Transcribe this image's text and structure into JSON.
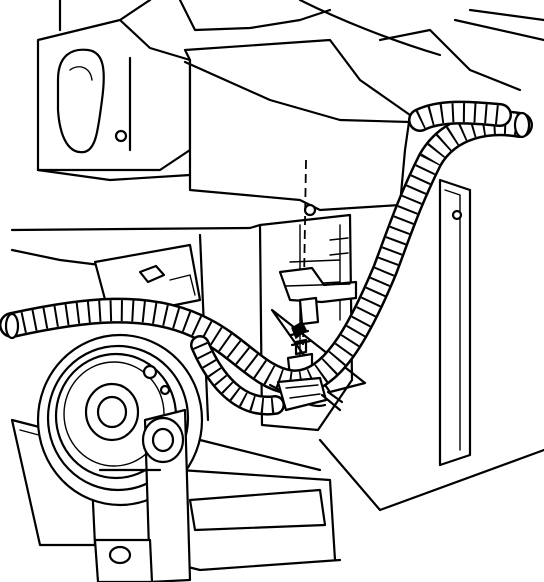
{
  "figure": {
    "type": "line-art technical illustration",
    "components": [
      {
        "id": "engine-block",
        "icon": "engine-block-outline"
      },
      {
        "id": "cylinder-head-cover",
        "icon": "cover-outline"
      },
      {
        "id": "wiring-harness",
        "icon": "corrugated-conduit"
      },
      {
        "id": "bracket",
        "icon": "mounting-bracket"
      },
      {
        "id": "harness-clip",
        "icon": "clip"
      },
      {
        "id": "bolt",
        "icon": "threaded-bolt"
      },
      {
        "id": "pulley",
        "icon": "pulley-wheel"
      },
      {
        "id": "connector",
        "icon": "electrical-connector"
      },
      {
        "id": "installation-guide",
        "icon": "dashed-arrow-line"
      }
    ],
    "colors": {
      "line": "#000000",
      "background": "#ffffff"
    }
  }
}
